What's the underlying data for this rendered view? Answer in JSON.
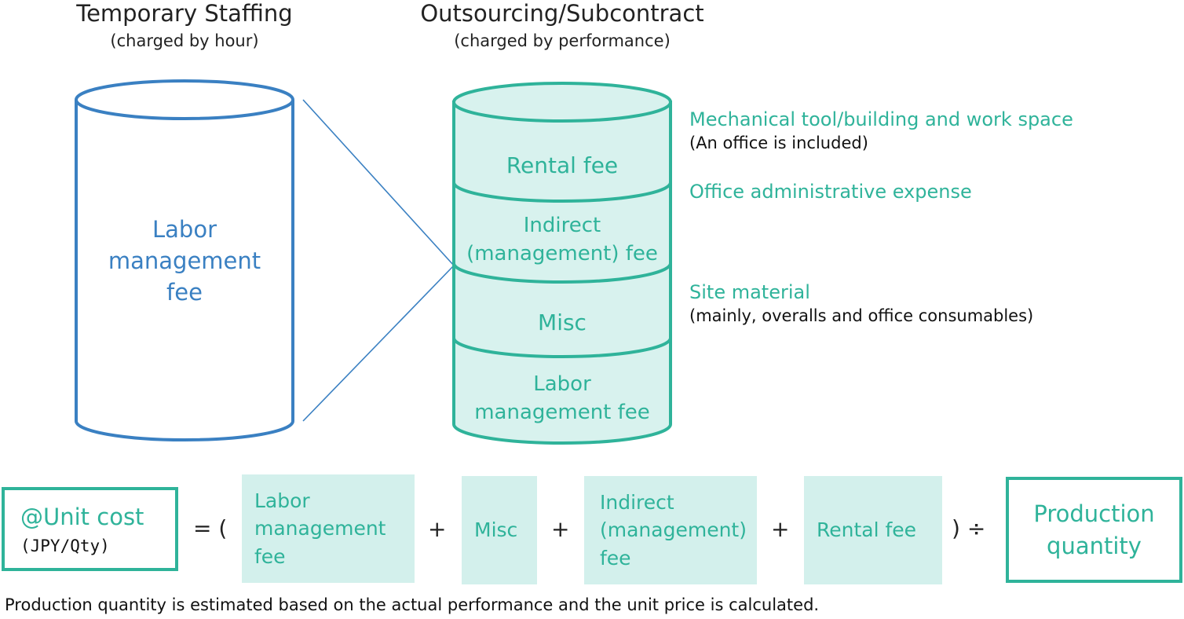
{
  "left_column": {
    "title": "Temporary Staffing",
    "subtitle": "(charged by hour)",
    "cylinder_label": [
      "Labor",
      "management",
      "fee"
    ]
  },
  "right_column": {
    "title": "Outsourcing/Subcontract",
    "subtitle": "(charged by performance)",
    "segments": [
      {
        "label": [
          "Rental fee"
        ]
      },
      {
        "label": [
          "Indirect",
          "(management) fee"
        ]
      },
      {
        "label": [
          "Misc"
        ]
      },
      {
        "label": [
          "Labor",
          "management fee"
        ]
      }
    ]
  },
  "annotations": [
    {
      "title": "Mechanical tool/building and work space",
      "detail": "(An office is included)"
    },
    {
      "title": "Office administrative expense",
      "detail": ""
    },
    {
      "title": "Site material",
      "detail": "(mainly, overalls and office consumables)"
    }
  ],
  "formula": {
    "result_label": "@Unit cost",
    "result_unit": "(JPY/Qty)",
    "equals_open": "= (",
    "terms": [
      {
        "label": [
          "Labor",
          "management",
          "fee"
        ]
      },
      {
        "label": [
          "Misc"
        ]
      },
      {
        "label": [
          "Indirect",
          "(management)",
          "fee"
        ]
      },
      {
        "label": [
          "Rental fee"
        ]
      }
    ],
    "plus": "+",
    "close_divide": ") ÷",
    "divisor_label": [
      "Production",
      "quantity"
    ]
  },
  "footer": "Production quantity is estimated based on the actual performance and the unit price is calculated.",
  "colors": {
    "left_stroke": "#3a80c2",
    "teal": "#2fb39a",
    "teal_fill": "#d3f0ec",
    "teal_light": "#d8f2ee",
    "connector": "#3a80c2",
    "text_dark": "#222222"
  }
}
